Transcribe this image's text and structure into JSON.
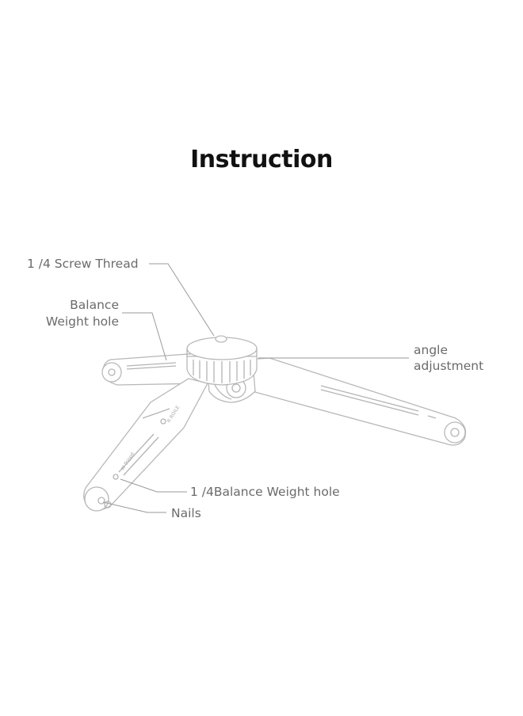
{
  "title": "Instruction",
  "labels": {
    "screw_thread": "1 /4 Screw Thread",
    "balance_weight_hole_line1": "Balance",
    "balance_weight_hole_line2": "Weight hole",
    "angle_adjustment_line1": "angle",
    "angle_adjustment_line2": "adjustment",
    "quarter_balance_weight_hole": "1 /4Balance Weight hole",
    "nails": "Nails"
  },
  "leg_markings": [
    "R ROILE",
    "M Tripod"
  ]
}
